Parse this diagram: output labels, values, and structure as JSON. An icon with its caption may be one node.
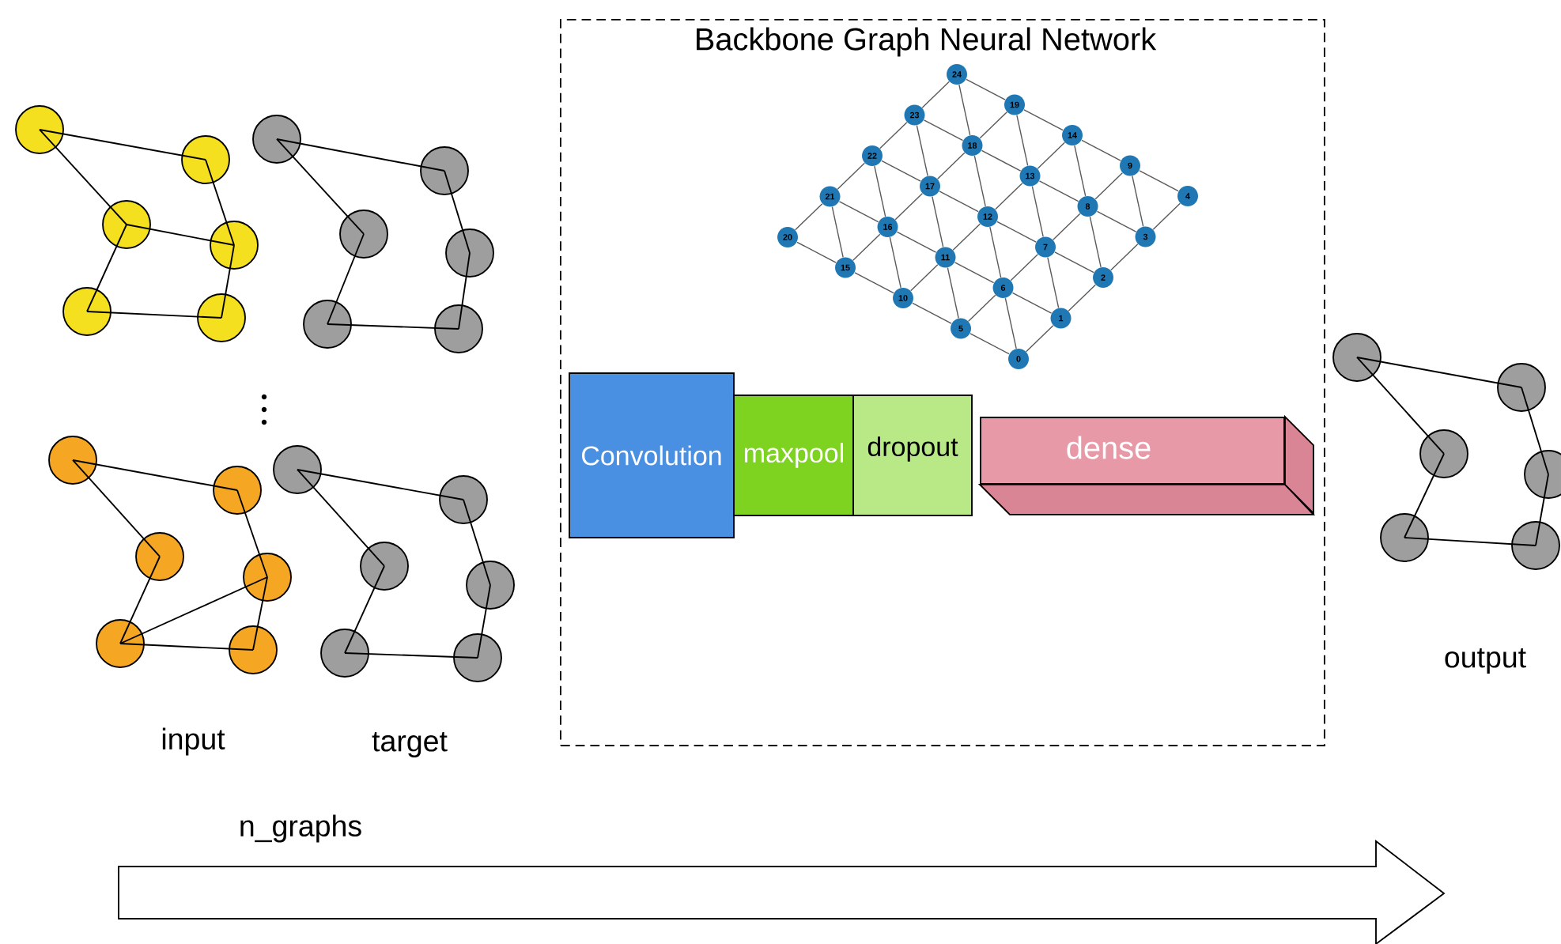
{
  "diagram": {
    "nodes": [
      {
        "text": [
          "Backbone Graph Neural Network"
        ]
      },
      {
        "text": [
          "0"
        ],
        "in": 0
      },
      {
        "text": [
          "1"
        ],
        "in": 0
      },
      {
        "text": [
          "2"
        ],
        "in": 0
      },
      {
        "text": [
          "3"
        ],
        "in": 0
      },
      {
        "text": [
          "4"
        ],
        "in": 0
      },
      {
        "text": [
          "5"
        ],
        "in": 0
      },
      {
        "text": [
          "6"
        ],
        "in": 0
      },
      {
        "text": [
          "7"
        ],
        "in": 0
      },
      {
        "text": [
          "8"
        ],
        "in": 0
      },
      {
        "text": [
          "9"
        ],
        "in": 0
      },
      {
        "text": [
          "10"
        ],
        "in": 0
      },
      {
        "text": [
          "11"
        ],
        "in": 0
      },
      {
        "text": [
          "12"
        ],
        "in": 0
      },
      {
        "text": [
          "13"
        ],
        "in": 0
      },
      {
        "text": [
          "14"
        ],
        "in": 0
      },
      {
        "text": [
          "15"
        ],
        "in": 0
      },
      {
        "text": [
          "16"
        ],
        "in": 0
      },
      {
        "text": [
          "17"
        ],
        "in": 0
      },
      {
        "text": [
          "18"
        ],
        "in": 0
      },
      {
        "text": [
          "19"
        ],
        "in": 0
      },
      {
        "text": [
          "20"
        ],
        "in": 0
      },
      {
        "text": [
          "21"
        ],
        "in": 0
      },
      {
        "text": [
          "22"
        ],
        "in": 0
      },
      {
        "text": [
          "23"
        ],
        "in": 0
      },
      {
        "text": [
          "24"
        ],
        "in": 0
      },
      {
        "text": [
          "Convolution"
        ],
        "in": 0
      },
      {
        "text": [
          "maxpool"
        ],
        "in": 0
      },
      {
        "text": [
          "dropout"
        ],
        "in": 0
      },
      {
        "text": [
          "dense"
        ],
        "in": 0
      }
    ],
    "edges": [
      {
        "from": 1,
        "to": 2,
        "arrow": "none"
      },
      {
        "from": 1,
        "to": 6,
        "arrow": "none"
      },
      {
        "from": 1,
        "to": 7,
        "arrow": "none"
      },
      {
        "from": 2,
        "to": 3,
        "arrow": "none"
      },
      {
        "from": 2,
        "to": 7,
        "arrow": "none"
      },
      {
        "from": 2,
        "to": 8,
        "arrow": "none"
      },
      {
        "from": 3,
        "to": 4,
        "arrow": "none"
      },
      {
        "from": 3,
        "to": 8,
        "arrow": "none"
      },
      {
        "from": 3,
        "to": 9,
        "arrow": "none"
      },
      {
        "from": 4,
        "to": 5,
        "arrow": "none"
      },
      {
        "from": 4,
        "to": 9,
        "arrow": "none"
      },
      {
        "from": 4,
        "to": 10,
        "arrow": "none"
      },
      {
        "from": 5,
        "to": 10,
        "arrow": "none"
      },
      {
        "from": 6,
        "to": 7,
        "arrow": "none"
      },
      {
        "from": 6,
        "to": 11,
        "arrow": "none"
      },
      {
        "from": 6,
        "to": 12,
        "arrow": "none"
      },
      {
        "from": 7,
        "to": 8,
        "arrow": "none"
      },
      {
        "from": 7,
        "to": 12,
        "arrow": "none"
      },
      {
        "from": 7,
        "to": 13,
        "arrow": "none"
      },
      {
        "from": 8,
        "to": 9,
        "arrow": "none"
      },
      {
        "from": 8,
        "to": 13,
        "arrow": "none"
      },
      {
        "from": 8,
        "to": 14,
        "arrow": "none"
      },
      {
        "from": 9,
        "to": 10,
        "arrow": "none"
      },
      {
        "from": 9,
        "to": 14,
        "arrow": "none"
      },
      {
        "from": 9,
        "to": 15,
        "arrow": "none"
      },
      {
        "from": 10,
        "to": 15,
        "arrow": "none"
      },
      {
        "from": 11,
        "to": 12,
        "arrow": "none"
      },
      {
        "from": 11,
        "to": 16,
        "arrow": "none"
      },
      {
        "from": 11,
        "to": 17,
        "arrow": "none"
      },
      {
        "from": 12,
        "to": 13,
        "arrow": "none"
      },
      {
        "from": 12,
        "to": 17,
        "arrow": "none"
      },
      {
        "from": 12,
        "to": 18,
        "arrow": "none"
      },
      {
        "from": 13,
        "to": 14,
        "arrow": "none"
      },
      {
        "from": 13,
        "to": 18,
        "arrow": "none"
      },
      {
        "from": 13,
        "to": 19,
        "arrow": "none"
      },
      {
        "from": 14,
        "to": 15,
        "arrow": "none"
      },
      {
        "from": 14,
        "to": 19,
        "arrow": "none"
      },
      {
        "from": 14,
        "to": 20,
        "arrow": "none"
      },
      {
        "from": 15,
        "to": 20,
        "arrow": "none"
      },
      {
        "from": 16,
        "to": 17,
        "arrow": "none"
      },
      {
        "from": 16,
        "to": 21,
        "arrow": "none"
      },
      {
        "from": 16,
        "to": 22,
        "arrow": "none"
      },
      {
        "from": 17,
        "to": 18,
        "arrow": "none"
      },
      {
        "from": 17,
        "to": 22,
        "arrow": "none"
      },
      {
        "from": 17,
        "to": 23,
        "arrow": "none"
      },
      {
        "from": 18,
        "to": 19,
        "arrow": "none"
      },
      {
        "from": 18,
        "to": 23,
        "arrow": "none"
      },
      {
        "from": 18,
        "to": 24,
        "arrow": "none"
      },
      {
        "from": 19,
        "to": 20,
        "arrow": "none"
      },
      {
        "from": 19,
        "to": 24,
        "arrow": "none"
      },
      {
        "from": 19,
        "to": 25,
        "arrow": "none"
      },
      {
        "from": 20,
        "to": 25,
        "arrow": "none"
      },
      {
        "from": 21,
        "to": 22,
        "arrow": "none"
      },
      {
        "from": 22,
        "to": 23,
        "arrow": "none"
      },
      {
        "from": 23,
        "to": 24,
        "arrow": "none"
      },
      {
        "from": 24,
        "to": 25,
        "arrow": "none"
      }
    ],
    "labels": [
      "input",
      "target",
      "output",
      "n_graphs"
    ]
  }
}
